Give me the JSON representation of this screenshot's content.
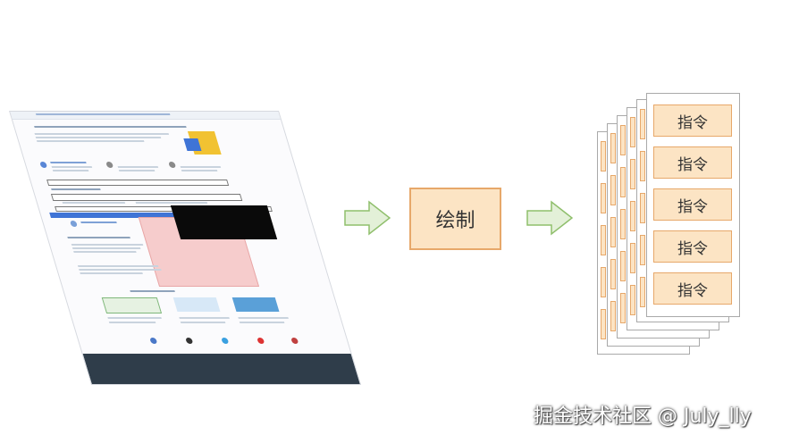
{
  "process_box": {
    "label": "绘制"
  },
  "instructions": {
    "items": [
      "指令",
      "指令",
      "指令",
      "指令",
      "指令"
    ]
  },
  "watermark": {
    "text": "掘金技术社区 @ July_lly"
  },
  "colors": {
    "box_fill": "#fce4c4",
    "box_border": "#e7a86a",
    "arrow_fill": "#e3f0d8",
    "arrow_border": "#8fbf6c"
  },
  "icons": {
    "arrow": "right-arrow-icon",
    "webpage": "webpage-screenshot"
  }
}
